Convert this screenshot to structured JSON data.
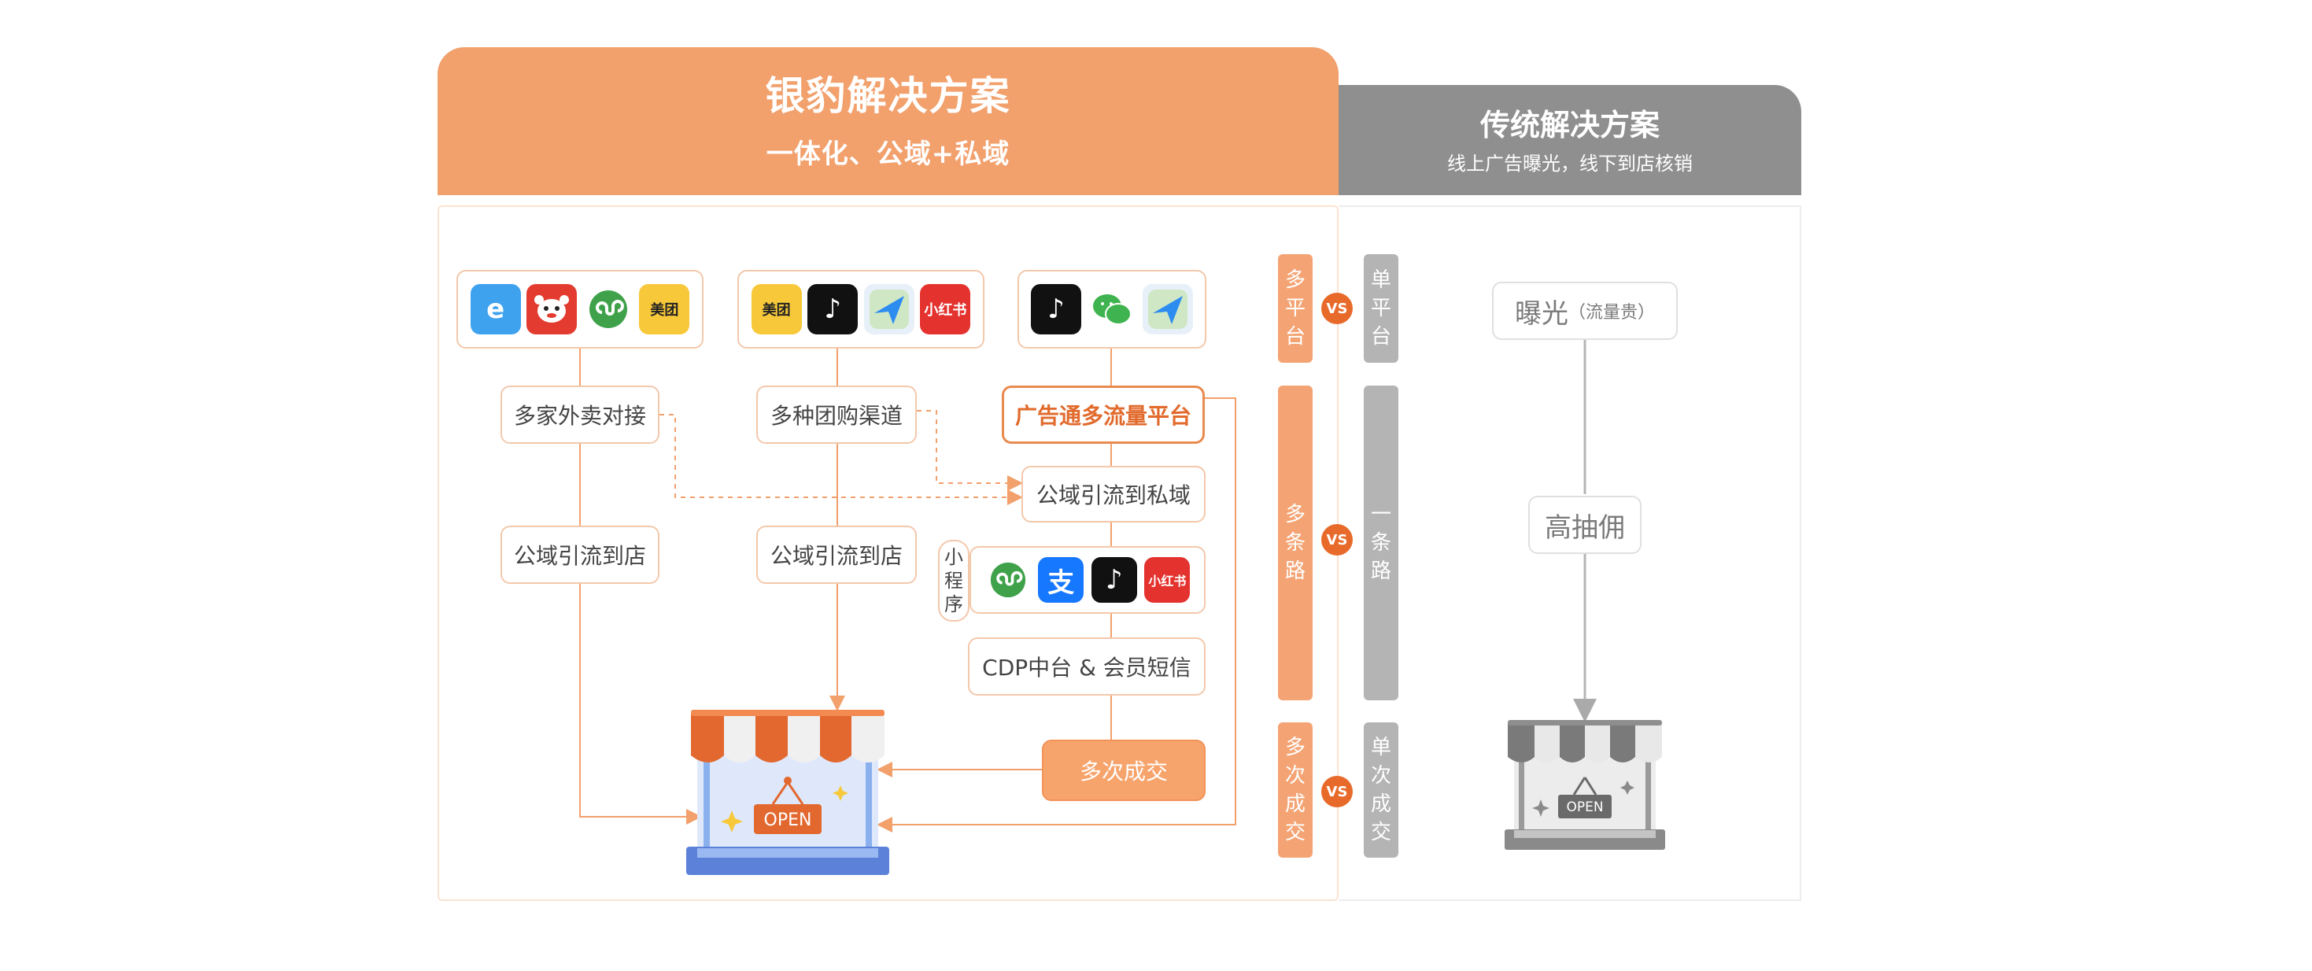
{
  "left": {
    "title": "银豹解决方案",
    "subtitle": "一体化、公域+私域",
    "icon_groups": [
      {
        "icons": [
          "ele-icon",
          "jd-daojia-icon",
          "mini-program-icon",
          "meituan-icon"
        ]
      },
      {
        "icons": [
          "meituan-icon",
          "douyin-icon",
          "amap-icon",
          "xiaohongshu-icon"
        ]
      },
      {
        "icons": [
          "douyin-icon",
          "wechat-icon",
          "amap-icon"
        ]
      }
    ],
    "icon_text": {
      "meituan": "美团",
      "xiaohongshu": "小红书",
      "alipay": "支",
      "ele": "e",
      "douyin": "♪"
    },
    "nodes": {
      "takeaway": "多家外卖对接",
      "groupbuy": "多种团购渠道",
      "ad": "广告通多流量平台",
      "private": "公域引流到私域",
      "store1": "公域引流到店",
      "store2": "公域引流到店",
      "cdp": "CDP中台 & 会员短信",
      "deal": "多次成交"
    },
    "mini_program_label": "小程序",
    "shop_sign": "OPEN"
  },
  "compare": [
    {
      "left": "多平台",
      "vs": "VS",
      "right": "单平台"
    },
    {
      "left": "多条路",
      "vs": "VS",
      "right": "一条路"
    },
    {
      "left": "多次成交",
      "vs": "VS",
      "right": "单次成交"
    }
  ],
  "right": {
    "title": "传统解决方案",
    "subtitle": "线上广告曝光，线下到店核销",
    "exposure": "曝光",
    "exposure_note": "（流量贵）",
    "commission": "高抽佣",
    "shop_sign": "OPEN"
  },
  "colors": {
    "orange": "#f2a06c",
    "orange_dark": "#e86a2a",
    "gray": "#8f8f8f"
  }
}
